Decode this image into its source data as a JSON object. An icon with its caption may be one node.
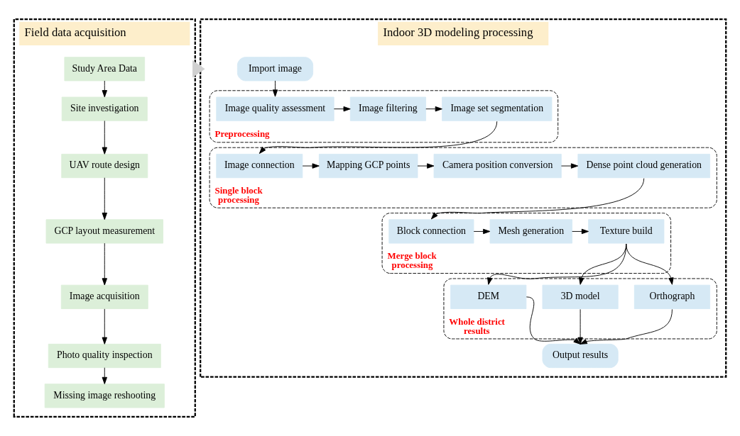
{
  "diagram": {
    "nodes": [
      {
        "text": [
          "Field data acquisition"
        ]
      },
      {
        "text": [
          "Study Area Data"
        ],
        "in": 0
      },
      {
        "text": [
          "Site investigation"
        ],
        "in": 0
      },
      {
        "text": [
          "UAV route design"
        ],
        "in": 0
      },
      {
        "text": [
          "GCP layout measurement"
        ],
        "in": 0
      },
      {
        "text": [
          "Image acquisition"
        ],
        "in": 0
      },
      {
        "text": [
          "Photo quality inspection"
        ],
        "in": 0
      },
      {
        "text": [
          "Missing image reshooting"
        ],
        "in": 0
      },
      {
        "text": [
          "Indoor 3D modeling processing"
        ]
      },
      {
        "text": [
          "Import image"
        ],
        "in": 8
      },
      {
        "text": [
          "Preprocessing"
        ],
        "in": 8
      },
      {
        "text": [
          "Image quality assessment"
        ],
        "in": 10
      },
      {
        "text": [
          "Image filtering"
        ],
        "in": 10
      },
      {
        "text": [
          "Image set segmentation"
        ],
        "in": 10
      },
      {
        "text": [
          "Single block processing"
        ],
        "in": 8
      },
      {
        "text": [
          "Dense point cloud generation"
        ],
        "in": 14
      },
      {
        "text": [
          "Camera position conversion"
        ],
        "in": 14
      },
      {
        "text": [
          "Mapping GCP points"
        ],
        "in": 14
      },
      {
        "text": [
          "Image connection"
        ],
        "in": 14
      },
      {
        "text": [
          "Merge block processing"
        ],
        "in": 8
      },
      {
        "text": [
          "Block connection"
        ],
        "in": 19
      },
      {
        "text": [
          "Mesh generation"
        ],
        "in": 19
      },
      {
        "text": [
          "Texture build"
        ],
        "in": 19
      },
      {
        "text": [
          "Whole district results"
        ],
        "in": 8
      },
      {
        "text": [
          "Orthograph"
        ],
        "in": 23
      },
      {
        "text": [
          "3D model"
        ],
        "in": 23
      },
      {
        "text": [
          "DEM"
        ],
        "in": 23
      },
      {
        "text": [
          "Output results"
        ],
        "in": 8
      }
    ],
    "edges": [
      {
        "from": 1,
        "to": 2,
        "arrow": "to"
      },
      {
        "from": 2,
        "to": 3,
        "arrow": "to"
      },
      {
        "from": 3,
        "to": 4,
        "arrow": "to"
      },
      {
        "from": 4,
        "to": 5,
        "arrow": "to"
      },
      {
        "from": 5,
        "to": 6,
        "arrow": "to"
      },
      {
        "from": 6,
        "to": 7,
        "arrow": "to"
      },
      {
        "from": 0,
        "to": 8,
        "arrow": "to",
        "style": "thick",
        "color": "#d0d0d0"
      },
      {
        "from": 9,
        "to": 11,
        "arrow": "to"
      },
      {
        "from": 11,
        "to": 12,
        "arrow": "to"
      },
      {
        "from": 12,
        "to": 13,
        "arrow": "to"
      },
      {
        "from": 13,
        "to": 18,
        "arrow": "to"
      },
      {
        "from": 18,
        "to": 17,
        "arrow": "to"
      },
      {
        "from": 17,
        "to": 16,
        "arrow": "to"
      },
      {
        "from": 16,
        "to": 15,
        "arrow": "to"
      },
      {
        "from": 15,
        "to": 20,
        "arrow": "to"
      },
      {
        "from": 20,
        "to": 21,
        "arrow": "to"
      },
      {
        "from": 21,
        "to": 22,
        "arrow": "to"
      },
      {
        "from": 22,
        "to": 24,
        "arrow": "to"
      },
      {
        "from": 22,
        "to": 25,
        "arrow": "to"
      },
      {
        "from": 22,
        "to": 26,
        "arrow": "to"
      },
      {
        "from": 24,
        "to": 27,
        "arrow": "to"
      },
      {
        "from": 25,
        "to": 27,
        "arrow": "to"
      },
      {
        "from": 26,
        "to": 27,
        "arrow": "to"
      }
    ]
  }
}
